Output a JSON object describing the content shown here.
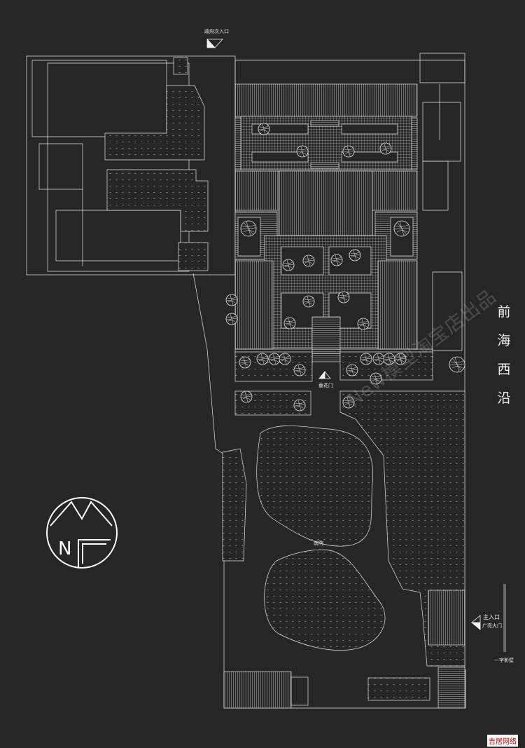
{
  "labels": {
    "secondary_entrance": "政府次入口",
    "hanging_flower_gate": "垂花门",
    "front_court": "前院",
    "main_entrance": "主入口",
    "main_gate": "广亮大门",
    "screen_wall": "一字影壁",
    "street": [
      "前",
      "海",
      "西",
      "沿"
    ],
    "watermark": "New模型淘宝店出品",
    "credit": "吉居网络",
    "north": "N"
  },
  "colors": {
    "background": "#262626",
    "line": "#e6e6e6",
    "credit_text": "#b40000"
  },
  "icons": {
    "north_arrow": "north-arrow-icon",
    "entrance_marker": "entrance-triangle-icon",
    "tree": "tree-canopy-icon"
  }
}
